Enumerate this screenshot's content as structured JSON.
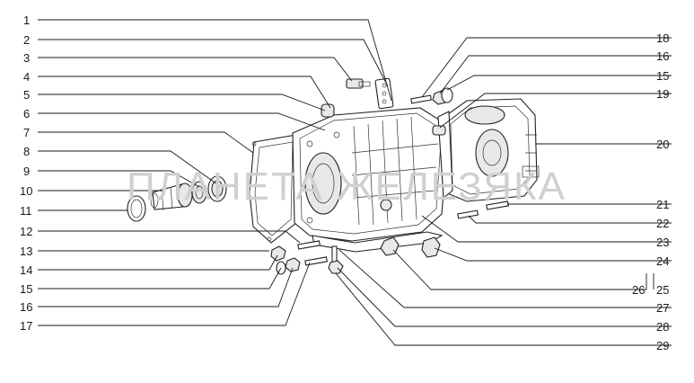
{
  "watermark": "ПЛАНЕТА ЖЕЛЕЗЯКА",
  "callouts_left": [
    "1",
    "2",
    "3",
    "4",
    "5",
    "6",
    "7",
    "8",
    "9",
    "10",
    "11",
    "12",
    "13",
    "14",
    "15",
    "16",
    "17"
  ],
  "callouts_right": [
    "18",
    "16",
    "15",
    "19",
    "20",
    "21",
    "22",
    "23",
    "24",
    "25",
    "26",
    "27",
    "28",
    "29"
  ]
}
